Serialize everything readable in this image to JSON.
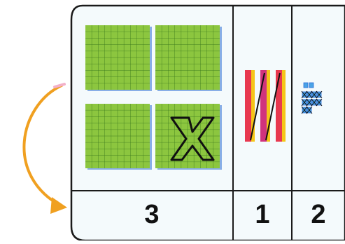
{
  "colors": {
    "frame": "#1a1a1a",
    "panel_bg": "#f4fafc",
    "flat_fill": "#8cc63f",
    "grid_line": "#3d7a1e",
    "blue_edge": "#2f6fd6",
    "red": "#e8384f",
    "yellow": "#f5c518",
    "magenta": "#d0337d",
    "unit_blue": "#4aa3e6",
    "arrow": "#f0a020",
    "arrow_start": "#f3b0c8"
  },
  "place_values": {
    "hundreds": {
      "count": 3,
      "digit": "3",
      "blocks_shown": 4,
      "crossed_out": 1
    },
    "tens": {
      "count": 1,
      "digit": "1",
      "rods_shown": 3,
      "crossed_out": 2
    },
    "ones": {
      "count": 2,
      "digit": "2",
      "cubes_shown": 12,
      "crossed_out": 10
    }
  },
  "icons": {
    "cross": "cross-mark-icon",
    "regroup_arrow": "curved-arrow-icon"
  }
}
